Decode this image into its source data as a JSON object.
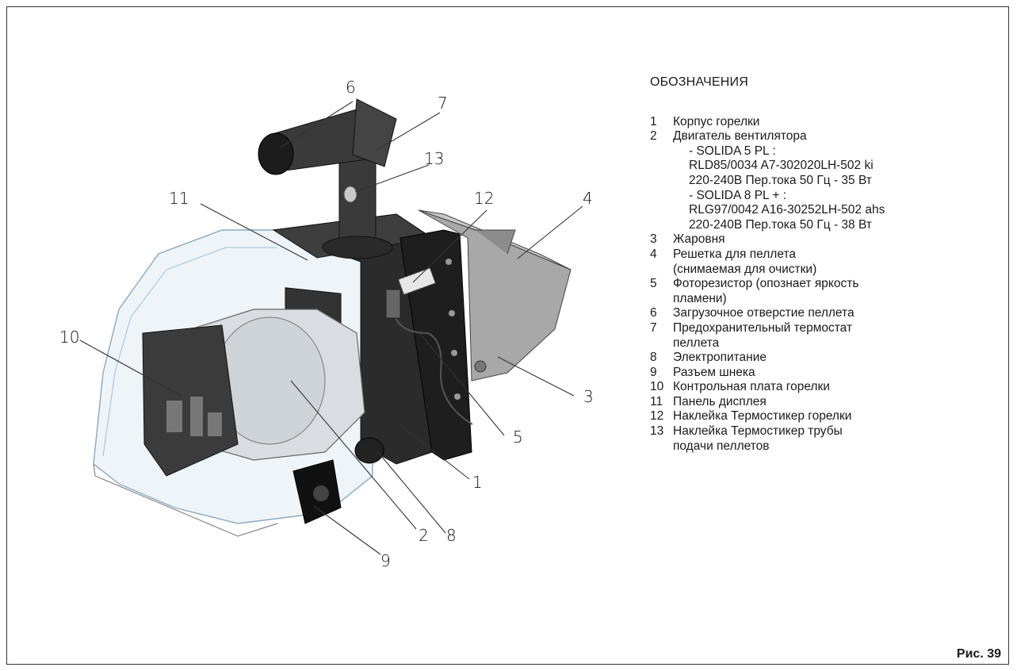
{
  "legend": {
    "title": "ОБОЗНАЧЕНИЯ",
    "items": [
      {
        "num": "1",
        "lines": [
          "Корпус горелки"
        ]
      },
      {
        "num": "2",
        "lines": [
          "Двигатель вентилятора",
          "- SOLIDA 5 PL :",
          "RLD85/0034  A7-302020LH-502  ki",
          "220-240В Пер.тока 50 Гц - 35 Вт",
          "- SOLIDA 8 PL + :",
          "RLG97/0042 A16-30252LH-502 ahs",
          "220-240В Пер.тока 50 Гц - 38 Вт"
        ]
      },
      {
        "num": "3",
        "lines": [
          "Жаровня"
        ]
      },
      {
        "num": "4",
        "lines": [
          "Решетка для пеллета",
          "(снимаемая для очистки)"
        ]
      },
      {
        "num": "5",
        "lines": [
          "Фоторезистор (опознает яркость",
          "пламени)"
        ]
      },
      {
        "num": "6",
        "lines": [
          "Загрузочное отверстие пеллета"
        ]
      },
      {
        "num": "7",
        "lines": [
          "Предохранительный  термостат",
          "пеллета"
        ]
      },
      {
        "num": "8",
        "lines": [
          "Электропитание"
        ]
      },
      {
        "num": "9",
        "lines": [
          "Разъем шнека"
        ]
      },
      {
        "num": "10",
        "lines": [
          "Контрольная плата горелки"
        ]
      },
      {
        "num": "11",
        "lines": [
          "Панель дисплея"
        ]
      },
      {
        "num": "12",
        "lines": [
          "Наклейка Термостикер горелки"
        ]
      },
      {
        "num": "13",
        "lines": [
          "Наклейка  Термостикер  трубы",
          "подачи пеллетов"
        ]
      }
    ]
  },
  "callouts": [
    "6",
    "7",
    "13",
    "11",
    "12",
    "4",
    "10",
    "3",
    "5",
    "1",
    "8",
    "2",
    "9"
  ],
  "figure_label": "Рис. 39"
}
